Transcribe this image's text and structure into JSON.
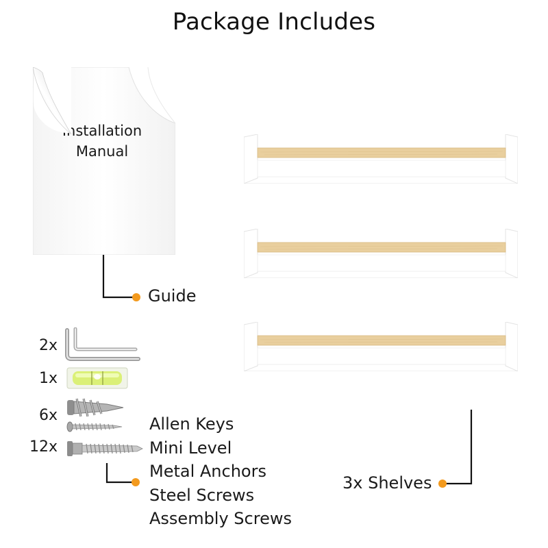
{
  "title": "Package Includes",
  "manual": {
    "lines": [
      "Installation",
      "Manual"
    ]
  },
  "guide_label": "Guide",
  "hardware": {
    "quantities": [
      "2x",
      "1x",
      "6x",
      "12x"
    ],
    "items": [
      "Allen Keys",
      "Mini Level",
      "Metal Anchors",
      "Steel Screws",
      "Assembly Screws"
    ]
  },
  "shelves_label": "3x Shelves",
  "colors": {
    "accent_dot": "#F39A1E",
    "wood": "#E9CF9E",
    "shelf_white": "#FFFFFF",
    "level_green": "#D8F06A"
  }
}
